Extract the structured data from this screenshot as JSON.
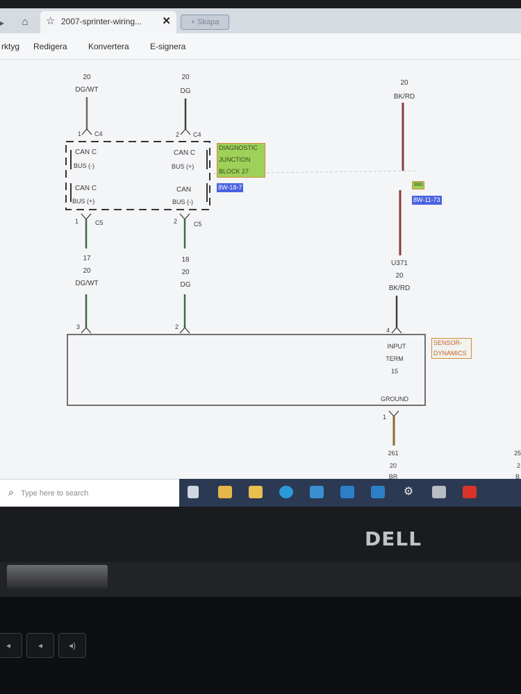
{
  "browser": {
    "tab_title": "2007-sprinter-wiring...",
    "tab_close": "✕",
    "new_tab_label": "+ Skapa"
  },
  "menu": {
    "items": [
      "rktyg",
      "Redigera",
      "Konvertera",
      "E-signera"
    ]
  },
  "diagram": {
    "wire_top_left_gauge": "20",
    "wire_top_left_color": "DG/WT",
    "wire_top_mid_gauge": "20",
    "wire_top_mid_color": "DG",
    "wire_top_right_gauge": "20",
    "wire_top_right_color": "BK/RD",
    "pin_top_left": "1",
    "pin_top_mid": "2",
    "connector_c4": "C4",
    "connector_c5": "C5",
    "can_c_1": "CAN C",
    "bus_minus_1": "BUS (-)",
    "can_c_2": "CAN C",
    "bus_plus_1": "BUS (+)",
    "can_c_3": "CAN C",
    "bus_plus_2": "BUS (+)",
    "can_4": "CAN",
    "bus_minus_2": "BUS (-)",
    "djb_line1": "DIAGNOSTIC",
    "djb_line2": "JUNCTION",
    "djb_line3": "BLOCK 27",
    "djb_ref": "8W-18-7",
    "right_small_badge": "B90",
    "right_ref": "8W-11-73",
    "pin_bottom_left": "1",
    "pin_bottom_mid": "2",
    "circuit_left": "17",
    "circuit_left_gauge": "20",
    "circuit_left_color": "DG/WT",
    "circuit_mid": "18",
    "circuit_mid_gauge": "20",
    "circuit_mid_color": "DG",
    "circuit_right": "U371",
    "circuit_right_gauge": "20",
    "circuit_right_color": "BK/RD",
    "module_pin_left": "3",
    "module_pin_mid": "2",
    "module_pin_right": "4",
    "module_input": "INPUT",
    "module_term": "TERM",
    "module_15": "15",
    "module_ground": "GROUND",
    "sensor_line1": "SENSOR-",
    "sensor_line2": "DYNAMICS",
    "ground_pin": "1",
    "ground_circuit": "261",
    "ground_gauge": "20",
    "ground_color": "BR",
    "edge_num1": "25",
    "edge_num2": "2",
    "edge_char": "B"
  },
  "taskbar": {
    "search_placeholder": "Type here to search"
  },
  "laptop": {
    "brand": "DELL"
  }
}
